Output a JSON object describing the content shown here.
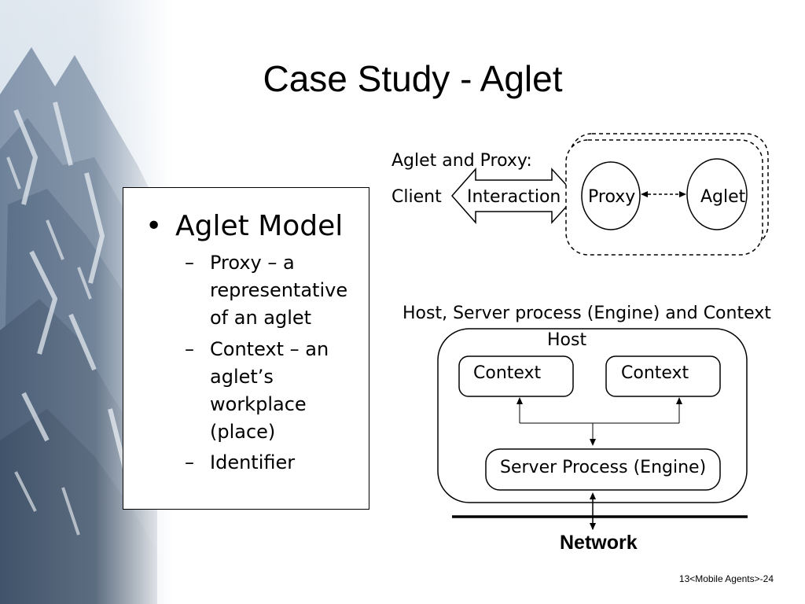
{
  "slide": {
    "title": "Case Study - Aglet",
    "footer": "13<Mobile Agents>-24"
  },
  "bullets": {
    "main": "Aglet Model",
    "main_marker": "•",
    "sub_marker": "–",
    "subitems": [
      "Proxy – a representative of an aglet",
      "Context – an aglet’s workplace (place)",
      "Identifier"
    ]
  },
  "proxy_diagram": {
    "heading": "Aglet and Proxy:",
    "client": "Client",
    "interaction": "Interaction",
    "proxy": "Proxy",
    "aglet": "Aglet"
  },
  "host_diagram": {
    "heading": "Host, Server process (Engine) and Context",
    "host": "Host",
    "context_left": "Context",
    "context_right": "Context",
    "server_process": "Server Process (Engine)",
    "network": "Network"
  }
}
